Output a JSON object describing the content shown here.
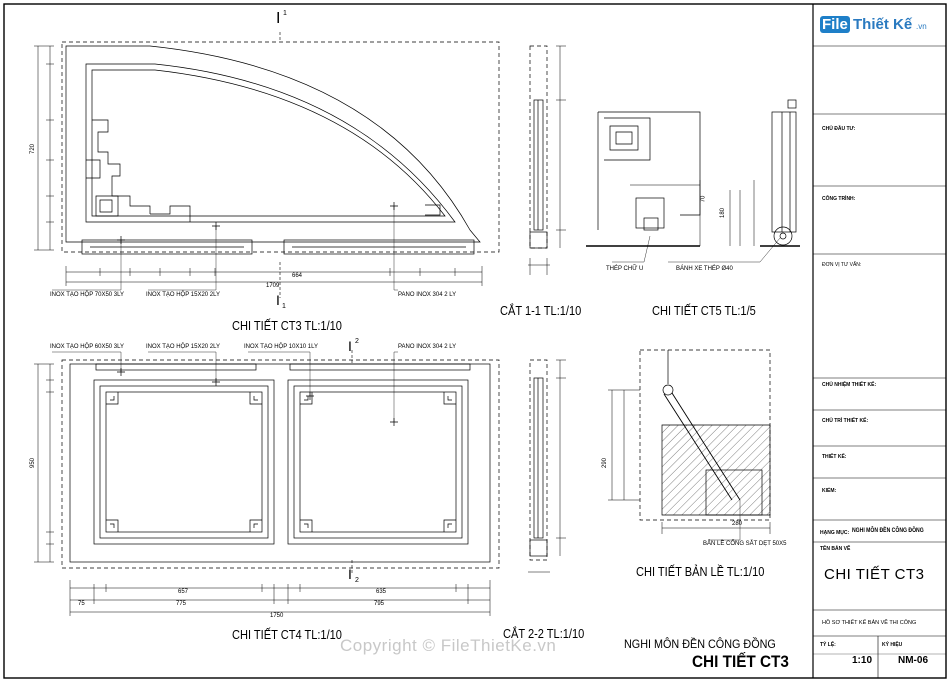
{
  "logo": {
    "brand_a": "File",
    "brand_b": "Thiết Kế",
    "brand_c": ".vn"
  },
  "section_marks": {
    "top_1": "I",
    "top_1_sup": "1",
    "bot_1": "I",
    "bot_1_sub": "1",
    "top_2": "I",
    "top_2_sup": "2",
    "bot_2": "I",
    "bot_2_sub": "2"
  },
  "titles": {
    "ct3": "CHI TIẾT CT3 TL:1/10",
    "cut11": "CẮT 1-1 TL:1/10",
    "ct5": "CHI TIẾT CT5 TL:1/5",
    "ct4": "CHI TIẾT CT4 TL:1/10",
    "cut22": "CẮT 2-2 TL:1/10",
    "hinge": "CHI TIẾT BẢN LỀ TL:1/10"
  },
  "notes": {
    "ct3_a": "INOX TẠO HỘP 70X50 3LY",
    "ct3_b": "INOX TẠO HỘP 15X20 2LY",
    "ct3_c": "PANO INOX 304 2 LY",
    "ct4_a": "INOX TẠO HỘP 60X50 3LY",
    "ct4_b": "INOX TẠO HỘP 15X20 2LY",
    "ct4_c": "INOX TẠO HỘP 10X10 1LY",
    "ct4_d": "PANO INOX 304 2 LY",
    "ct5_a": "THÉP CHỮ U",
    "ct5_b": "BÁNH XE THÉP Ø40",
    "hinge_a": "BẢN LỀ CỐNG SẮT DẸT 50X5"
  },
  "dims": {
    "ct3_total": "1709",
    "ct3_mid": "664",
    "ct3_h": "720",
    "ct4_total": "1750",
    "ct4_left": "775",
    "ct4_right": "795",
    "ct4_h": "950",
    "ct4_l1": "657",
    "ct4_r1": "635",
    "ct4_e": "75",
    "ct5_a": "180",
    "ct5_b": "70",
    "hinge_w": "280",
    "hinge_h": "290"
  },
  "title_block": {
    "chu_dau_tu": "CHỦ ĐẦU TƯ:",
    "cong_trinh": "CÔNG TRÌNH:",
    "don_vi": "ĐƠN VỊ TƯ VẤN:",
    "chu_nhiem": "CHỦ NHIỆM THIẾT KẾ:",
    "chu_tri": "CHỦ TRÌ THIẾT KẾ:",
    "thiet_ke": "THIẾT KẾ:",
    "kiem": "KIỂM:",
    "hang_muc_lbl": "HẠNG MỤC:",
    "hang_muc_val": "NGHI MÔN ĐỀN CÔNG ĐỒNG",
    "ten_ban_ve_lbl": "TÊN BẢN VẼ",
    "ten_ban_ve": "CHI TIẾT CT3",
    "ho_so": "HỒ SƠ THIẾT KẾ BẢN VẼ THI CÔNG",
    "ty_le_lbl": "TỶ LỆ:",
    "ky_hieu_lbl": "KÝ HIỆU",
    "ty_le": "1:10",
    "ky_hieu": "NM-06"
  },
  "footer": {
    "project": "NGHI MÔN ĐỀN CÔNG ĐỒNG",
    "sheet_title": "CHI TIẾT CT3"
  },
  "watermark": "Copyright © FileThietKe.vn"
}
